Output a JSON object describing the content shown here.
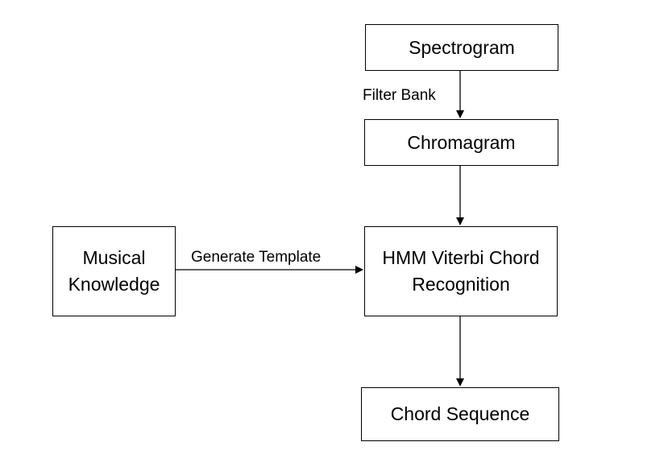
{
  "nodes": {
    "spectrogram": "Spectrogram",
    "chromagram": "Chromagram",
    "musical_knowledge": "Musical Knowledge",
    "hmm": "HMM Viterbi Chord Recognition",
    "chord_sequence": "Chord Sequence"
  },
  "edges": {
    "filter_bank": "Filter Bank",
    "generate_template": "Generate Template"
  },
  "colors": {
    "stroke": "#000000",
    "fill": "#ffffff"
  }
}
